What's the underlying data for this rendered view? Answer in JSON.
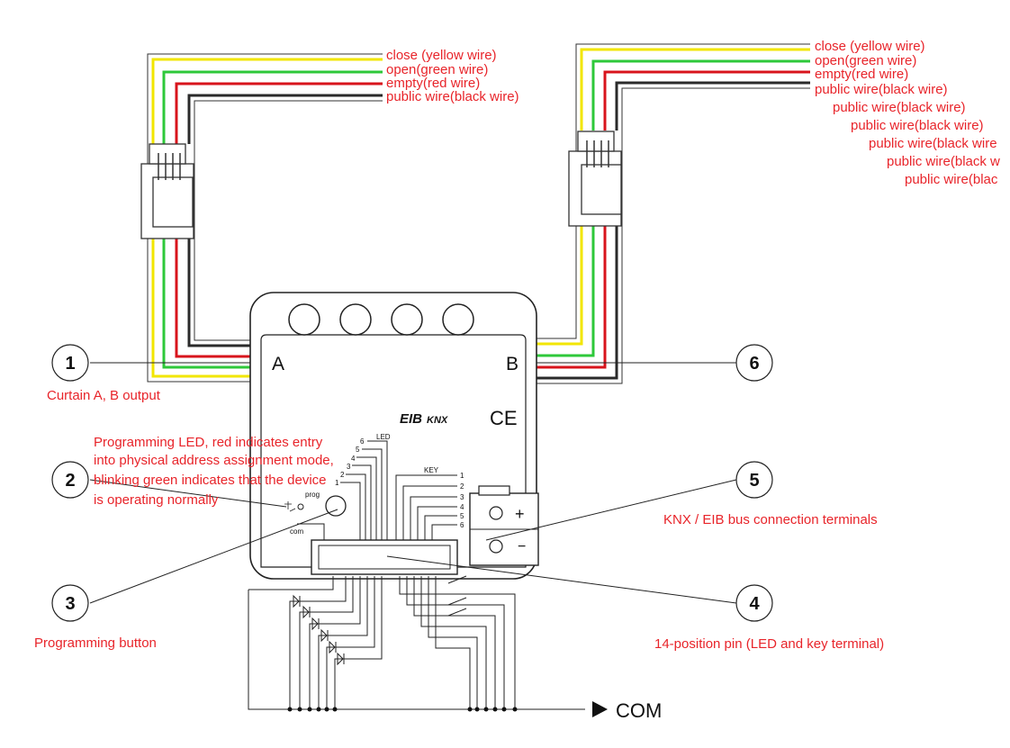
{
  "wires": {
    "left": [
      "close (yellow wire)",
      "open(green wire)",
      "empty(red wire)",
      "public wire(black wire)"
    ],
    "right": [
      "close (yellow wire)",
      "open(green wire)",
      "empty(red wire)",
      "public wire(black wire)",
      "public wire(black wire)",
      "public wire(black wire)",
      "public wire(black wire",
      "public wire(black w",
      "public wire(blac"
    ]
  },
  "device": {
    "port_a": "A",
    "port_b": "B",
    "logo_eib": "EIB",
    "logo_knx": "KNX",
    "logo_ce": "CE",
    "led_header": "LED",
    "key_header": "KEY",
    "led_numbers": [
      "6",
      "5",
      "4",
      "3",
      "2",
      "1"
    ],
    "key_numbers": [
      "1",
      "2",
      "3",
      "4",
      "5",
      "6"
    ],
    "prog_label": "prog",
    "com_label": "com",
    "plus": "+",
    "minus": "−"
  },
  "callouts": [
    {
      "number": "1",
      "label": "Curtain A, B output"
    },
    {
      "number": "2",
      "label_lines": [
        "Programming LED, red indicates entry",
        "into physical address assignment mode,",
        "blinking green indicates that the device",
        "is operating normally"
      ]
    },
    {
      "number": "3",
      "label": "Programming button"
    },
    {
      "number": "4",
      "label": "14-position pin (LED and key terminal)"
    },
    {
      "number": "5",
      "label": "KNX / EIB bus connection terminals"
    },
    {
      "number": "6",
      "label": ""
    }
  ],
  "com_text": "COM",
  "colors": {
    "label_red": "#e8242a",
    "wire_yellow": "#f2e600",
    "wire_green": "#2ec83a",
    "wire_red": "#d8141c",
    "wire_black": "#2a2a2a",
    "outline": "#222222"
  }
}
